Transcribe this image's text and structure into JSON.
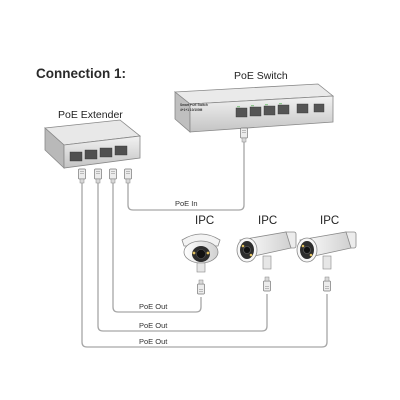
{
  "title": "Connection 1:",
  "switch": {
    "label": "PoE Switch",
    "panel_line1": "Smart POE Switch",
    "panel_line2": "4+1+1 10/100M"
  },
  "extender": {
    "label": "PoE Extender"
  },
  "cameras": [
    {
      "label": "IPC",
      "kind": "dome"
    },
    {
      "label": "IPC",
      "kind": "bullet"
    },
    {
      "label": "IPC",
      "kind": "bullet"
    }
  ],
  "cables": {
    "poe_in": "PoE In",
    "poe_out": [
      "PoE Out",
      "PoE Out",
      "PoE Out"
    ]
  },
  "colors": {
    "device_body": "#d9d9d9",
    "device_dark": "#4a4a4a",
    "cable": "#a6a6a6",
    "text": "#222222"
  }
}
